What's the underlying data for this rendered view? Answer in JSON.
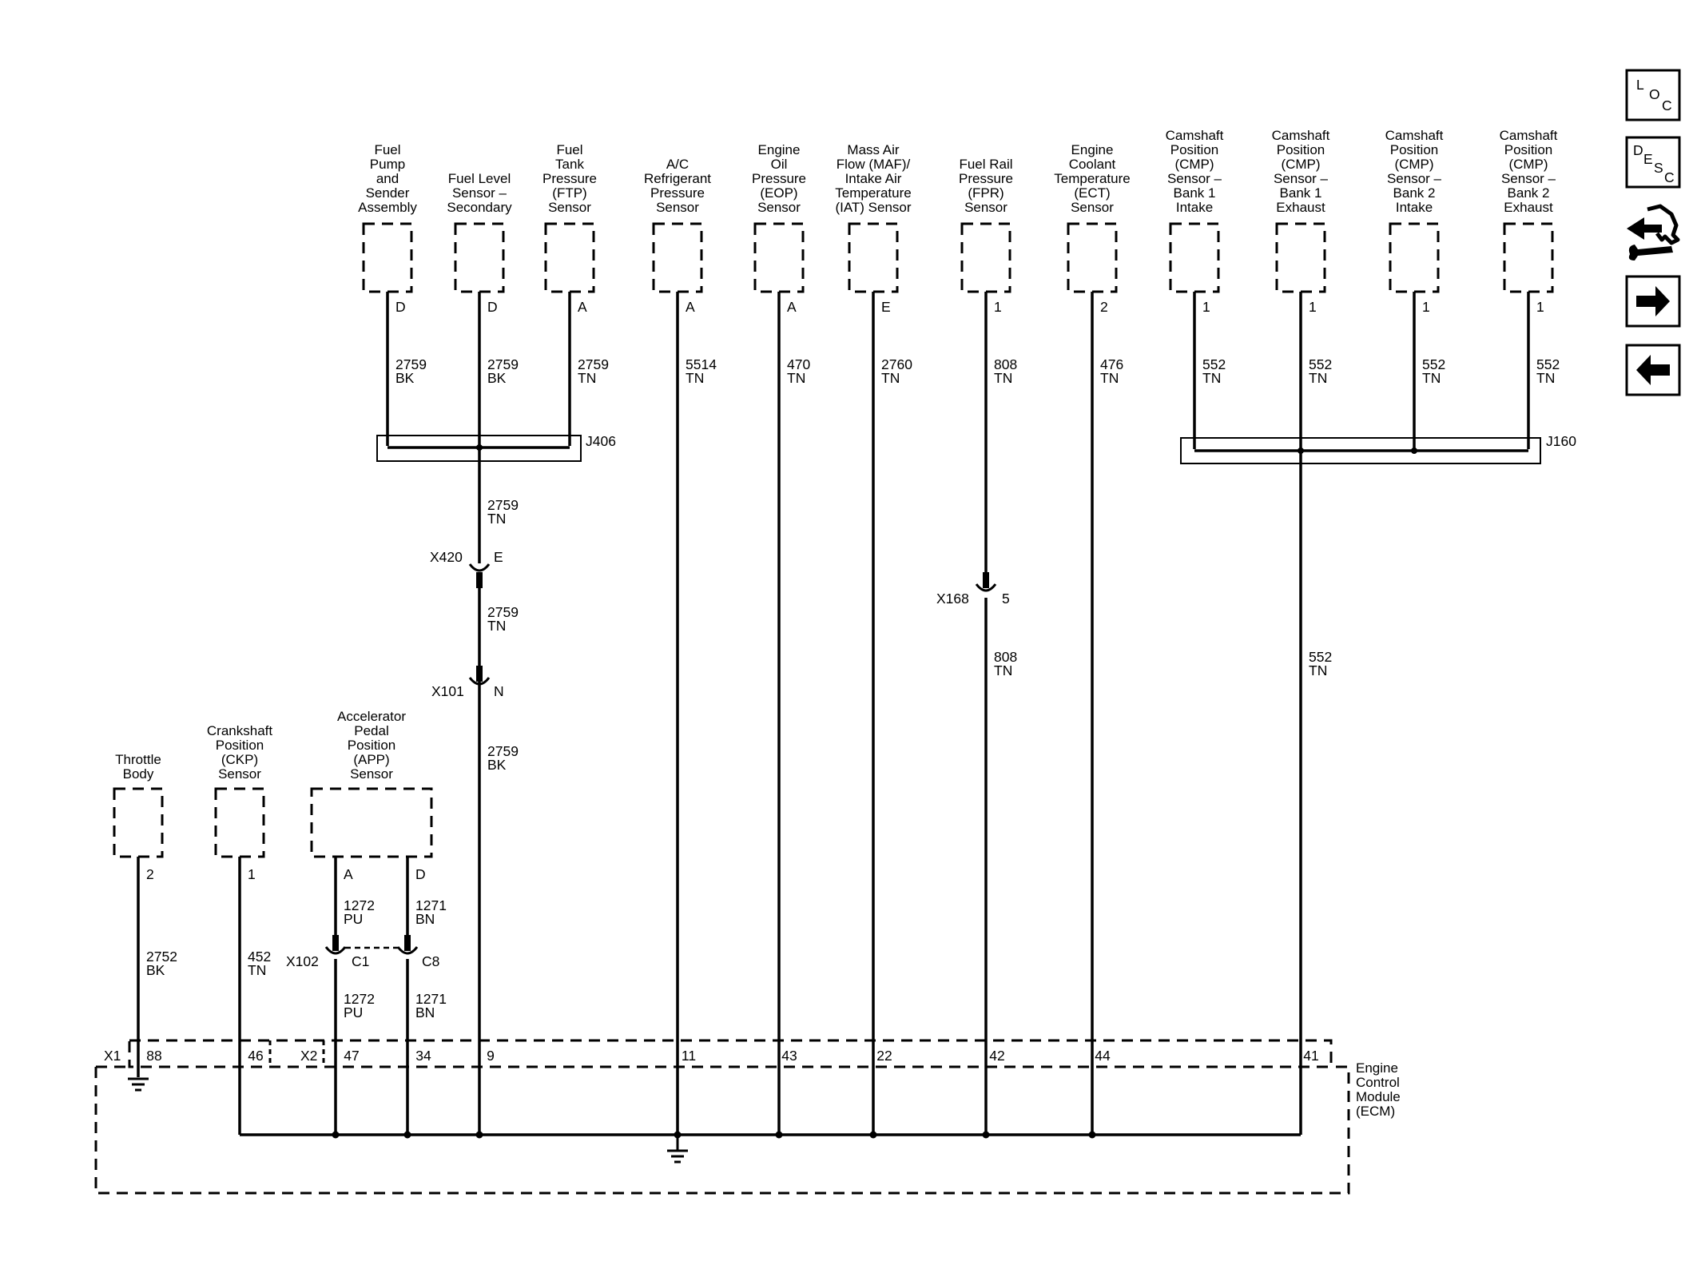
{
  "sensors": [
    {
      "id": "fuel-pump",
      "lines": [
        "Fuel",
        "Pump",
        "and",
        "Sender",
        "Assembly"
      ],
      "pin": "D",
      "wire": [
        "2759",
        "BK"
      ]
    },
    {
      "id": "fuel-level",
      "lines": [
        "Fuel Level",
        "Sensor –",
        "Secondary"
      ],
      "pin": "D",
      "wire": [
        "2759",
        "BK"
      ]
    },
    {
      "id": "ftp",
      "lines": [
        "Fuel",
        "Tank",
        "Pressure",
        "(FTP)",
        "Sensor"
      ],
      "pin": "A",
      "wire": [
        "2759",
        "TN"
      ]
    },
    {
      "id": "ac-pressure",
      "lines": [
        "A/C",
        "Refrigerant",
        "Pressure",
        "Sensor"
      ],
      "pin": "A",
      "wire": [
        "5514",
        "TN"
      ]
    },
    {
      "id": "eop",
      "lines": [
        "Engine",
        "Oil",
        "Pressure",
        "(EOP)",
        "Sensor"
      ],
      "pin": "A",
      "wire": [
        "470",
        "TN"
      ]
    },
    {
      "id": "maf-iat",
      "lines": [
        "Mass Air",
        "Flow (MAF)/",
        "Intake Air",
        "Temperature",
        "(IAT) Sensor"
      ],
      "pin": "E",
      "wire": [
        "2760",
        "TN"
      ]
    },
    {
      "id": "fpr",
      "lines": [
        "Fuel Rail",
        "Pressure",
        "(FPR)",
        "Sensor"
      ],
      "pin": "1",
      "wire": [
        "808",
        "TN"
      ]
    },
    {
      "id": "ect",
      "lines": [
        "Engine",
        "Coolant",
        "Temperature",
        "(ECT)",
        "Sensor"
      ],
      "pin": "2",
      "wire": [
        "476",
        "TN"
      ]
    },
    {
      "id": "cmp-b1-intake",
      "lines": [
        "Camshaft",
        "Position",
        "(CMP)",
        "Sensor –",
        "Bank 1",
        "Intake"
      ],
      "pin": "1",
      "wire": [
        "552",
        "TN"
      ]
    },
    {
      "id": "cmp-b1-exhaust",
      "lines": [
        "Camshaft",
        "Position",
        "(CMP)",
        "Sensor –",
        "Bank 1",
        "Exhaust"
      ],
      "pin": "1",
      "wire": [
        "552",
        "TN"
      ]
    },
    {
      "id": "cmp-b2-intake",
      "lines": [
        "Camshaft",
        "Position",
        "(CMP)",
        "Sensor –",
        "Bank 2",
        "Intake"
      ],
      "pin": "1",
      "wire": [
        "552",
        "TN"
      ]
    },
    {
      "id": "cmp-b2-exhaust",
      "lines": [
        "Camshaft",
        "Position",
        "(CMP)",
        "Sensor –",
        "Bank 2",
        "Exhaust"
      ],
      "pin": "1",
      "wire": [
        "552",
        "TN"
      ]
    }
  ],
  "lower_components": [
    {
      "id": "throttle-body",
      "lines": [
        "Throttle",
        "Body"
      ],
      "pins": [
        "2"
      ],
      "wire": [
        "2752",
        "BK"
      ]
    },
    {
      "id": "ckp",
      "lines": [
        "Crankshaft",
        "Position",
        "(CKP)",
        "Sensor"
      ],
      "pins": [
        "1"
      ],
      "wire": [
        "452",
        "TN"
      ]
    },
    {
      "id": "app",
      "lines": [
        "Accelerator",
        "Pedal",
        "Position",
        "(APP)",
        "Sensor"
      ],
      "pins": [
        "A",
        "D"
      ],
      "wires_upper": [
        [
          "1272",
          "PU"
        ],
        [
          "1271",
          "BN"
        ]
      ],
      "wires_lower": [
        [
          "1272",
          "PU"
        ],
        [
          "1271",
          "BN"
        ]
      ]
    }
  ],
  "splices": {
    "j406": "J406",
    "j160": "J160",
    "after_j406_wire": [
      "2759",
      "TN"
    ],
    "between_connectors_wire": [
      "2759",
      "TN"
    ],
    "after_x101_wire": [
      "2759",
      "BK"
    ],
    "fpr_lower_wire": [
      "808",
      "TN"
    ],
    "cmp_common_wire": [
      "552",
      "TN"
    ]
  },
  "connectors": {
    "x420": {
      "name": "X420",
      "pin": "E"
    },
    "x101": {
      "name": "X101",
      "pin": "N"
    },
    "x168": {
      "name": "X168",
      "pin": "5"
    },
    "x102": {
      "name": "X102",
      "pins": [
        "C1",
        "C8"
      ]
    },
    "x1": "X1",
    "x2": "X2"
  },
  "ecm": {
    "lines": [
      "Engine",
      "Control",
      "Module",
      "(ECM)"
    ],
    "pins": [
      "88",
      "46",
      "47",
      "34",
      "9",
      "11",
      "43",
      "22",
      "42",
      "44",
      "41"
    ]
  },
  "nav": {
    "loc": [
      "L",
      "O",
      "C"
    ],
    "desc": [
      "D",
      "E",
      "S",
      "C"
    ]
  }
}
